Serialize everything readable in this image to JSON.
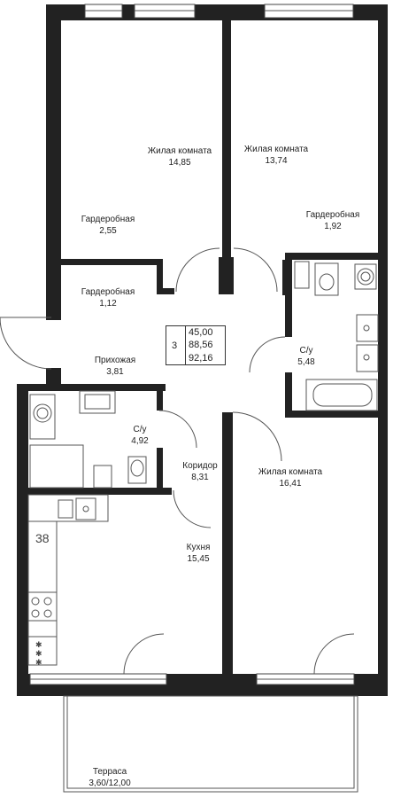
{
  "plan_label": "45,00 88,56 92,16",
  "summary": {
    "rooms": "3",
    "area_living": "45,00",
    "area_total": "88,56",
    "area_with_terrace": "92,16"
  },
  "rooms": {
    "living1": {
      "name": "Жилая комната",
      "area": "14,85"
    },
    "living2": {
      "name": "Жилая комната",
      "area": "13,74"
    },
    "wardrobe1": {
      "name": "Гардеробная",
      "area": "2,55"
    },
    "wardrobe2": {
      "name": "Гардеробная",
      "area": "1,92"
    },
    "wardrobe3": {
      "name": "Гардеробная",
      "area": "1,12"
    },
    "hall": {
      "name": "Прихожая",
      "area": "3,81"
    },
    "bath1": {
      "name": "С/у",
      "area": "5,48"
    },
    "bath2": {
      "name": "С/у",
      "area": "4,92"
    },
    "corridor": {
      "name": "Коридор",
      "area": "8,31"
    },
    "living3": {
      "name": "Жилая комната",
      "area": "16,41"
    },
    "kitchen": {
      "name": "Кухня",
      "area": "15,45"
    },
    "terrace": {
      "name": "Терраса",
      "area": "3,60/12,00"
    }
  }
}
